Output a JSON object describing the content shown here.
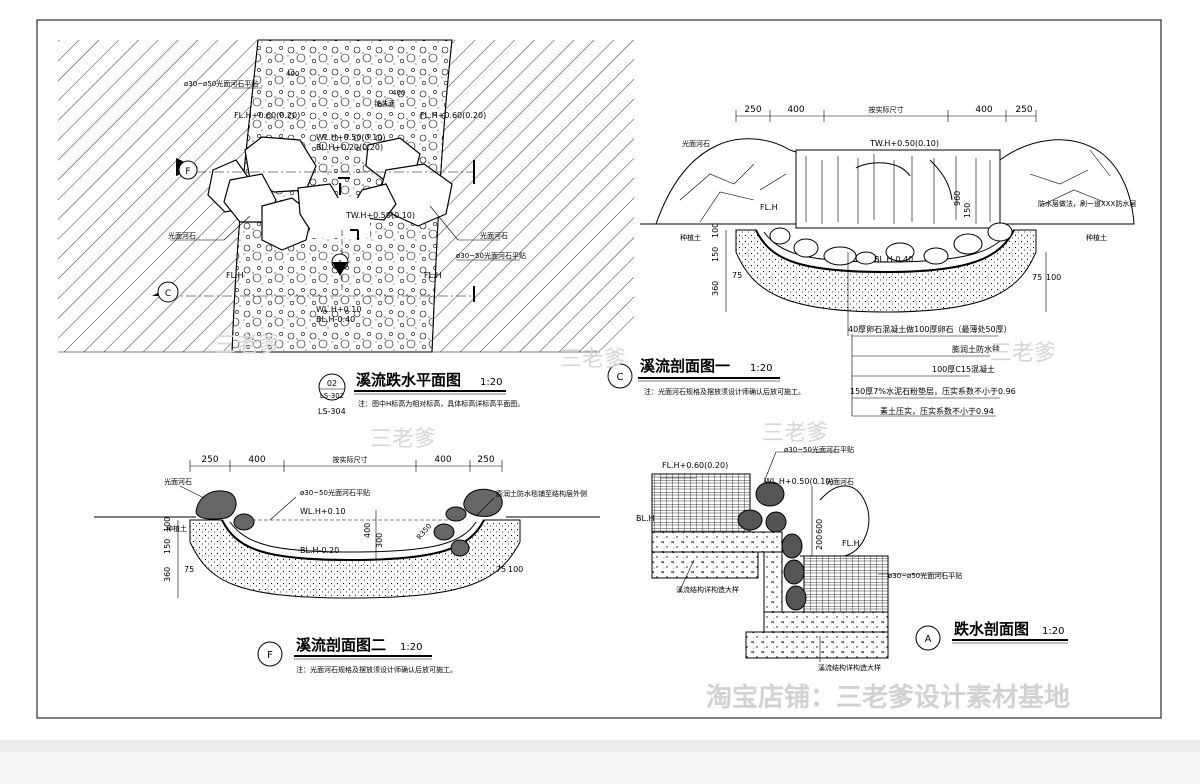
{
  "watermarks": {
    "small": "三老爹",
    "shop": "淘宝店铺：三老爹设计素材基地"
  },
  "plan": {
    "title": "溪流跌水平面图",
    "scale": "1:20",
    "ref_num": "02",
    "ref_sheet": "LS-302",
    "ref_sheet2": "LS-304",
    "note": "注：图中H标高为相对标高，具体标高详标高平面图。",
    "section_f": "F",
    "section_c": "C",
    "section_a": "A",
    "labels": {
      "stone_paving": "ø30~ø50光面河石平贴",
      "dim_400": "400",
      "dim_400b": "400",
      "pave_note": "铺装面",
      "fl_left": "FL.H+0.60(0.20)",
      "fl_right": "FL.H+0.60(0.20)",
      "wl": "WL.H+0.50(0.10)",
      "bl": "BL.H+0.20(0.20)",
      "tw": "TW.H+0.50(0.10)",
      "river_stone_left": "光面河石",
      "river_stone_right": "光面河石",
      "stone_paving2": "ø30~50光面河石平贴",
      "flh_left": "FL.H",
      "flh_right": "FL.H",
      "wl2": "WL.H+0.10",
      "bl2": "BL.H-0.40"
    }
  },
  "section_c": {
    "title": "溪流剖面图一",
    "scale": "1:20",
    "marker": "C",
    "note": "注：光面河石规格及摆放须设计师确认后放可施工。",
    "dims": [
      "250",
      "400",
      "按实际尺寸",
      "400",
      "250"
    ],
    "labels": {
      "river_stone": "光面河石",
      "tw": "TW.H+0.50(0.10)",
      "waterproof": "防水层做法，刷一道XXX防水层",
      "fl": "FL.H",
      "bl": "BL.H-0.40",
      "soil": "种植土",
      "soil2": "种植土",
      "h_left1": "100",
      "h_left2": "75",
      "h_left3": "150",
      "h_left4": "360",
      "h_right1": "75",
      "h_right2": "100",
      "wall_h1": "960",
      "wall_h2": "150"
    },
    "layers": [
      "40厚卵石混凝土做100厚卵石（最薄处50厚）",
      "膨润土防水毯",
      "100厚C15混凝土",
      "150厚7%水泥石粉垫层，压实系数不小于0.96",
      "素土压实，压实系数不小于0.94"
    ]
  },
  "section_f": {
    "title": "溪流剖面图二",
    "scale": "1:20",
    "marker": "F",
    "note": "注：光面河石规格及摆放须设计师确认后放可施工。",
    "dims": [
      "250",
      "400",
      "按实际尺寸",
      "400",
      "250"
    ],
    "labels": {
      "river_stone": "光面河石",
      "paving": "ø30~50光面河石平贴",
      "waterproof": "膨润土防水毯铺至结构层外侧",
      "wl": "WL.H+0.10",
      "bl": "BL.H-0.20",
      "r": "R350",
      "soil": "种植土",
      "d400": "400",
      "d300": "300",
      "h_left1": "100",
      "h_left2": "150",
      "h_left3": "360",
      "h_left4": "75",
      "h_right1": "75",
      "h_right2": "100"
    }
  },
  "section_a": {
    "title": "跌水剖面图",
    "scale": "1:20",
    "marker": "A",
    "labels": {
      "paving_top": "ø30~50光面河石平贴",
      "fl": "FL.H+0.60(0.20)",
      "wl": "WL.H+0.50(0.10)",
      "bl": "BL.H",
      "river_stone": "光面河石",
      "fl2": "FL.H",
      "paving_bottom": "ø30~ø50光面河石平贴",
      "structure1": "溪流结构详构造大样",
      "structure2": "溪流结构详构造大样",
      "h1": "600",
      "h2": "200"
    }
  }
}
